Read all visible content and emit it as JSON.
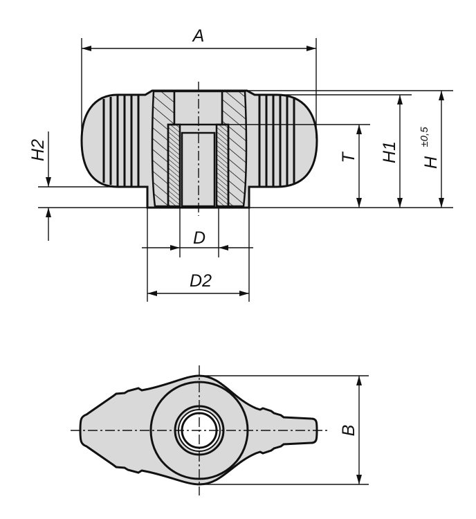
{
  "drawing": {
    "labels": {
      "A": "A",
      "H2": "H2",
      "T": "T",
      "H1": "H1",
      "H": "H",
      "H_tolerance": "±0,5",
      "D": "D",
      "D2": "D2",
      "B": "B"
    },
    "colors": {
      "fill": "#d9d9d9",
      "line": "#111111"
    }
  }
}
